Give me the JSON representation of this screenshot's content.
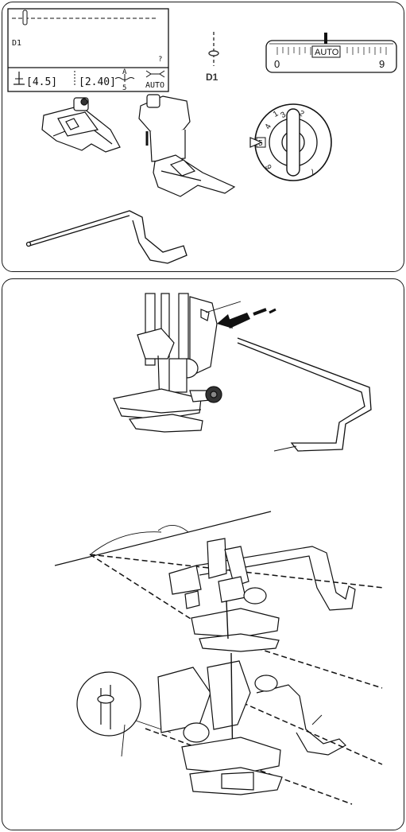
{
  "lcd": {
    "stitch_code": "D1",
    "help_mark": "?",
    "presser_height": "[4.5]",
    "stitch_length": "[2.40]",
    "tension_top": "A",
    "tension_bottom": "5",
    "feed_mode": "AUTO"
  },
  "stitch_symbol": {
    "label": "D1"
  },
  "tension_dial": {
    "start_label": "0",
    "center_label": "AUTO",
    "end_label": "9"
  },
  "pressure_dial": {
    "numbers": [
      "1",
      "2",
      "3",
      "4",
      "5",
      "6",
      "7"
    ],
    "selected": "5"
  }
}
